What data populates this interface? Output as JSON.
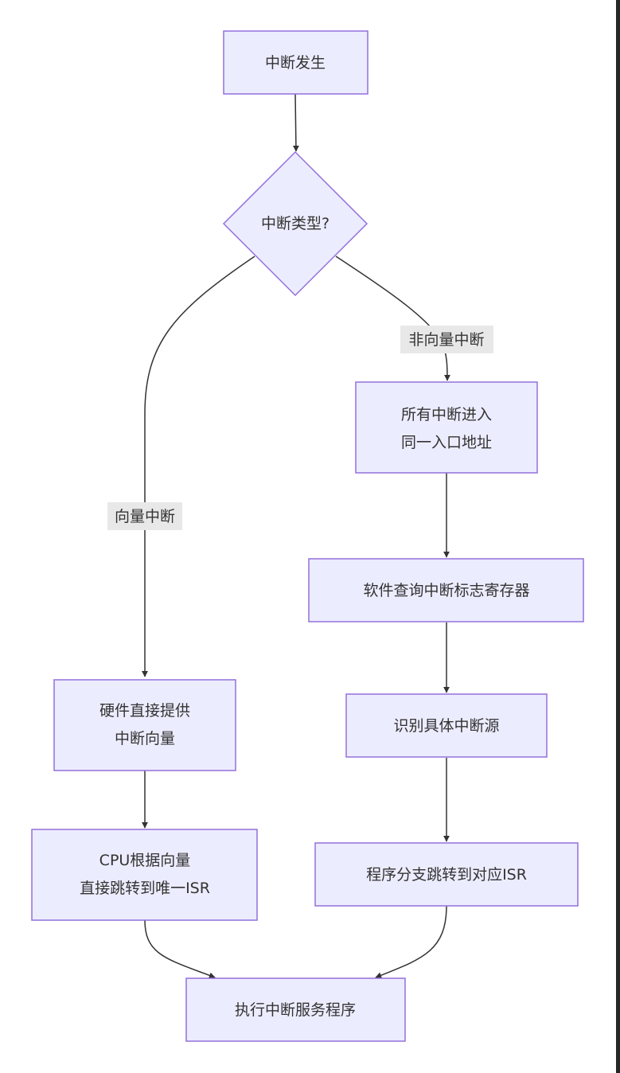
{
  "diagram": {
    "type": "flowchart",
    "colors": {
      "node_fill": "#ECECFF",
      "node_stroke": "#9370DB",
      "text": "#333333",
      "edge": "#333333",
      "edge_label_bg": "#e8e8e8"
    },
    "nodes": {
      "start": {
        "lines": [
          "中断发生"
        ]
      },
      "decision": {
        "lines": [
          "中断类型?"
        ]
      },
      "nv1": {
        "lines": [
          "所有中断进入",
          "同一入口地址"
        ]
      },
      "nv2": {
        "lines": [
          "软件查询中断标志寄存器"
        ]
      },
      "nv3": {
        "lines": [
          "识别具体中断源"
        ]
      },
      "nv4": {
        "lines": [
          "程序分支跳转到对应ISR"
        ]
      },
      "v1": {
        "lines": [
          "硬件直接提供",
          "中断向量"
        ]
      },
      "v2": {
        "lines": [
          "CPU根据向量",
          "直接跳转到唯一ISR"
        ]
      },
      "end": {
        "lines": [
          "执行中断服务程序"
        ]
      }
    },
    "edges": [
      {
        "from": "start",
        "to": "decision",
        "label": ""
      },
      {
        "from": "decision",
        "to": "v1",
        "label": "向量中断"
      },
      {
        "from": "decision",
        "to": "nv1",
        "label": "非向量中断"
      },
      {
        "from": "nv1",
        "to": "nv2",
        "label": ""
      },
      {
        "from": "nv2",
        "to": "nv3",
        "label": ""
      },
      {
        "from": "nv3",
        "to": "nv4",
        "label": ""
      },
      {
        "from": "v1",
        "to": "v2",
        "label": ""
      },
      {
        "from": "v2",
        "to": "end",
        "label": ""
      },
      {
        "from": "nv4",
        "to": "end",
        "label": ""
      }
    ]
  }
}
